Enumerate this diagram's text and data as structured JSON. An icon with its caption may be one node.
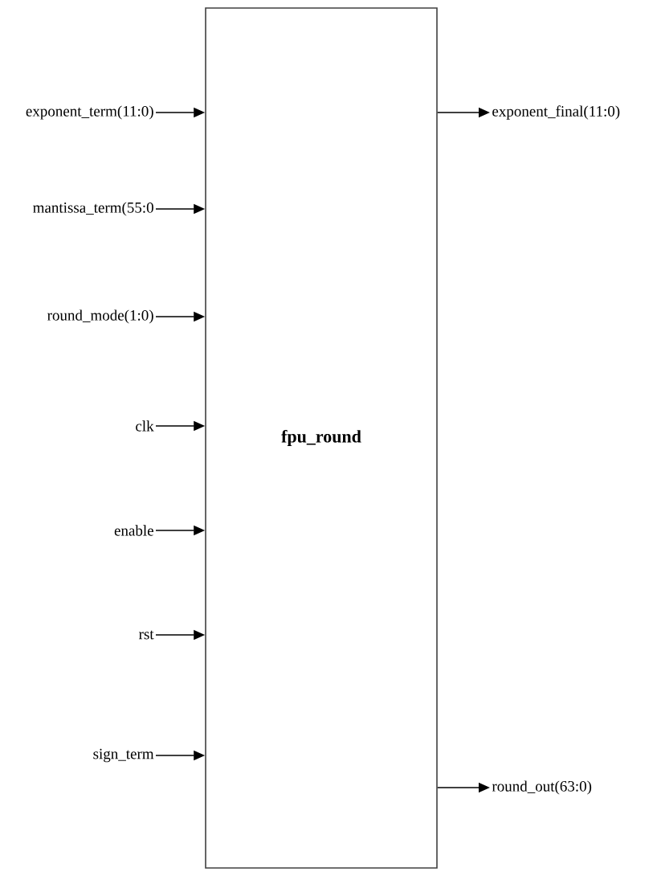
{
  "diagram": {
    "nodes": [
      {
        "text": [
          "fpu_round"
        ]
      },
      {
        "text": [
          "exponent_term(11:0)"
        ]
      },
      {
        "text": [
          "mantissa_term(55:0"
        ]
      },
      {
        "text": [
          "round_mode(1:0)"
        ]
      },
      {
        "text": [
          "clk"
        ]
      },
      {
        "text": [
          "enable"
        ]
      },
      {
        "text": [
          "rst"
        ]
      },
      {
        "text": [
          "sign_term"
        ]
      },
      {
        "text": [
          "exponent_final(11:0)"
        ]
      },
      {
        "text": [
          "round_out(63:0)"
        ]
      }
    ],
    "edges": [
      {
        "from": 1,
        "to": 0,
        "arrow": "to"
      },
      {
        "from": 2,
        "to": 0,
        "arrow": "to"
      },
      {
        "from": 3,
        "to": 0,
        "arrow": "to"
      },
      {
        "from": 4,
        "to": 0,
        "arrow": "to"
      },
      {
        "from": 5,
        "to": 0,
        "arrow": "to"
      },
      {
        "from": 6,
        "to": 0,
        "arrow": "to"
      },
      {
        "from": 7,
        "to": 0,
        "arrow": "to"
      },
      {
        "from": 0,
        "to": 8,
        "arrow": "to"
      },
      {
        "from": 0,
        "to": 9,
        "arrow": "to"
      }
    ]
  }
}
